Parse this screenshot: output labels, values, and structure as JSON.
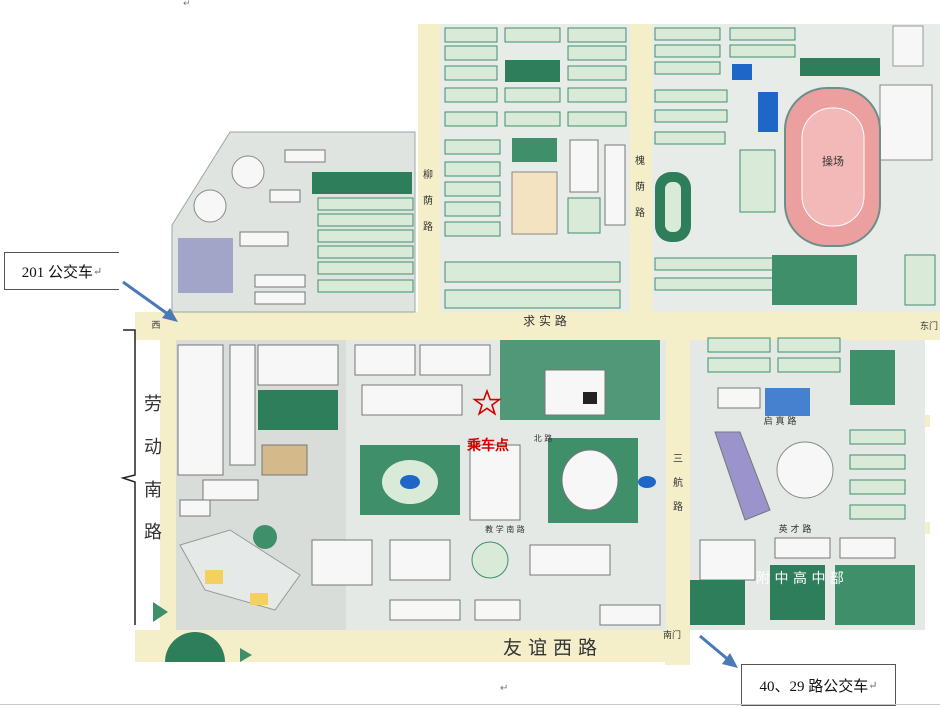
{
  "labels": {
    "bus_201": "201 公交车",
    "bus_40_29": "40、29 路公交车",
    "para_mark": "↵",
    "pickup": "乘车点",
    "road_qiushi": "求 实 路",
    "road_youyi": "友 谊 西 路",
    "road_laodong": [
      "劳",
      "动",
      "南",
      "路"
    ],
    "road_liuyin": [
      "柳",
      "荫",
      "路"
    ],
    "road_huaiyin": [
      "槐",
      "荫",
      "路"
    ],
    "road_sanhang": [
      "三",
      "航",
      "路"
    ],
    "road_jiaoxue_nan": "教 学 南 路",
    "road_jiaoxue_bei": "北 路",
    "road_xiaoyuan": "启 真 路",
    "road_yingcai": "英 才 路",
    "gate_east": "东门",
    "gate_south": "南门",
    "gate_west": "西",
    "playground": "操场",
    "affiliated_school": "附 中 高 中 部"
  },
  "colors": {
    "background_road": "#f4efc8",
    "building_green": "#3f8f6a",
    "building_light": "#d9ead8",
    "building_dark": "#1f5f45",
    "track_red": "#d98f8f",
    "pickup_star": "#d40000",
    "arrow_blue": "#4b79b8"
  },
  "icons": [
    "star-icon",
    "arrow-icon"
  ]
}
